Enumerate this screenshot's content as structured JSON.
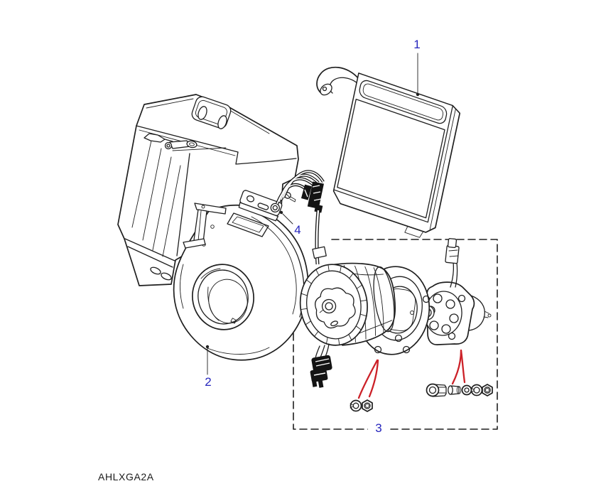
{
  "diagram": {
    "drawing_code": "AHLXGA2A",
    "callouts": [
      {
        "number": "1"
      },
      {
        "number": "2"
      },
      {
        "number": "3"
      },
      {
        "number": "4"
      }
    ],
    "colors": {
      "background": "#ffffff",
      "line": "#1f1f1f",
      "callout_blue": "#2626bd",
      "arrow_red": "#cc2128"
    }
  }
}
